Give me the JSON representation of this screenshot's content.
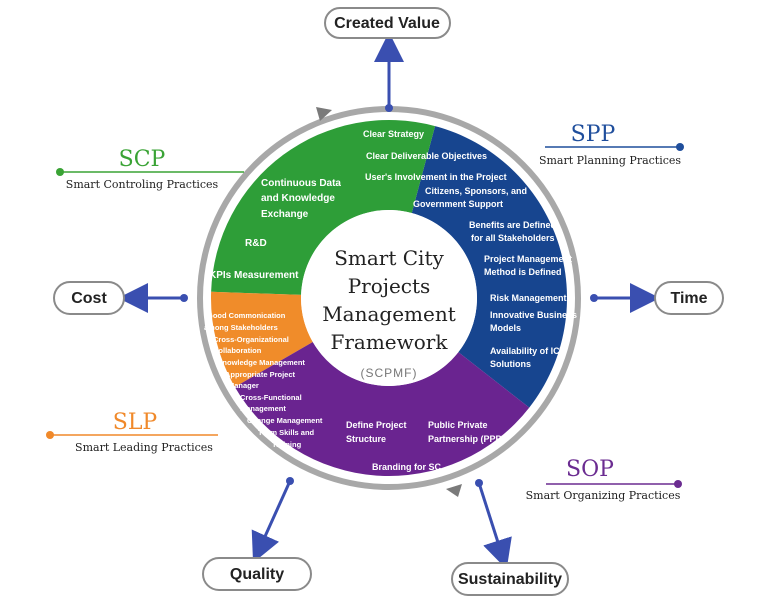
{
  "title_lines": [
    "Smart City",
    "Projects",
    "Management",
    "Framework"
  ],
  "abbreviation": "(SCPMF)",
  "outputs": {
    "top": "Created Value",
    "left": "Cost",
    "right": "Time",
    "bottom_left": "Quality",
    "bottom_right": "Sustainability"
  },
  "practices": {
    "scp": {
      "code": "SCP",
      "label": "Smart Controling Practices",
      "color": "#3aa335"
    },
    "spp": {
      "code": "SPP",
      "label": "Smart Planning Practices",
      "color": "#1f4e9c"
    },
    "slp": {
      "code": "SLP",
      "label": "Smart Leading Practices",
      "color": "#f0892a"
    },
    "sop": {
      "code": "SOP",
      "label": "Smart Organizing Practices",
      "color": "#6b2c91"
    }
  },
  "segments": {
    "planning": {
      "color": "#17458f",
      "items": [
        "Clear Strategy",
        "Clear Deliverable Objectives",
        "User's Involvement in the Project",
        "Citizens, Sponsors, and",
        "Government Support",
        "Benefits are Defined",
        "for all Stakeholders",
        "Project Management",
        "Method is Defined",
        "Risk Management",
        "Innovative Business",
        "Models",
        "Availability of ICT",
        "Solutions"
      ]
    },
    "controlling": {
      "color": "#2e9e38",
      "items": [
        "Continuous  Data",
        "and Knowledge",
        "Exchange",
        "R&D",
        "KPIs Measurement"
      ]
    },
    "leading": {
      "color": "#f08c2a",
      "items": [
        "Good Commonication",
        "among Stakeholders",
        "Cross-Organizational",
        "Collaboration",
        "Knowledge Management",
        "Appropriate Project",
        "Manager",
        "Cross-Functional",
        "Management",
        "Change Management",
        "Team Skills and",
        "Training"
      ]
    },
    "organizing": {
      "color": "#6a2490",
      "items": [
        "Define Project",
        "Structure",
        "Public Private",
        "Partnership (PPP)",
        "Branding for SC"
      ]
    }
  },
  "arrow_color": "#3a4fb0",
  "ring_color": "#9a9a9a"
}
